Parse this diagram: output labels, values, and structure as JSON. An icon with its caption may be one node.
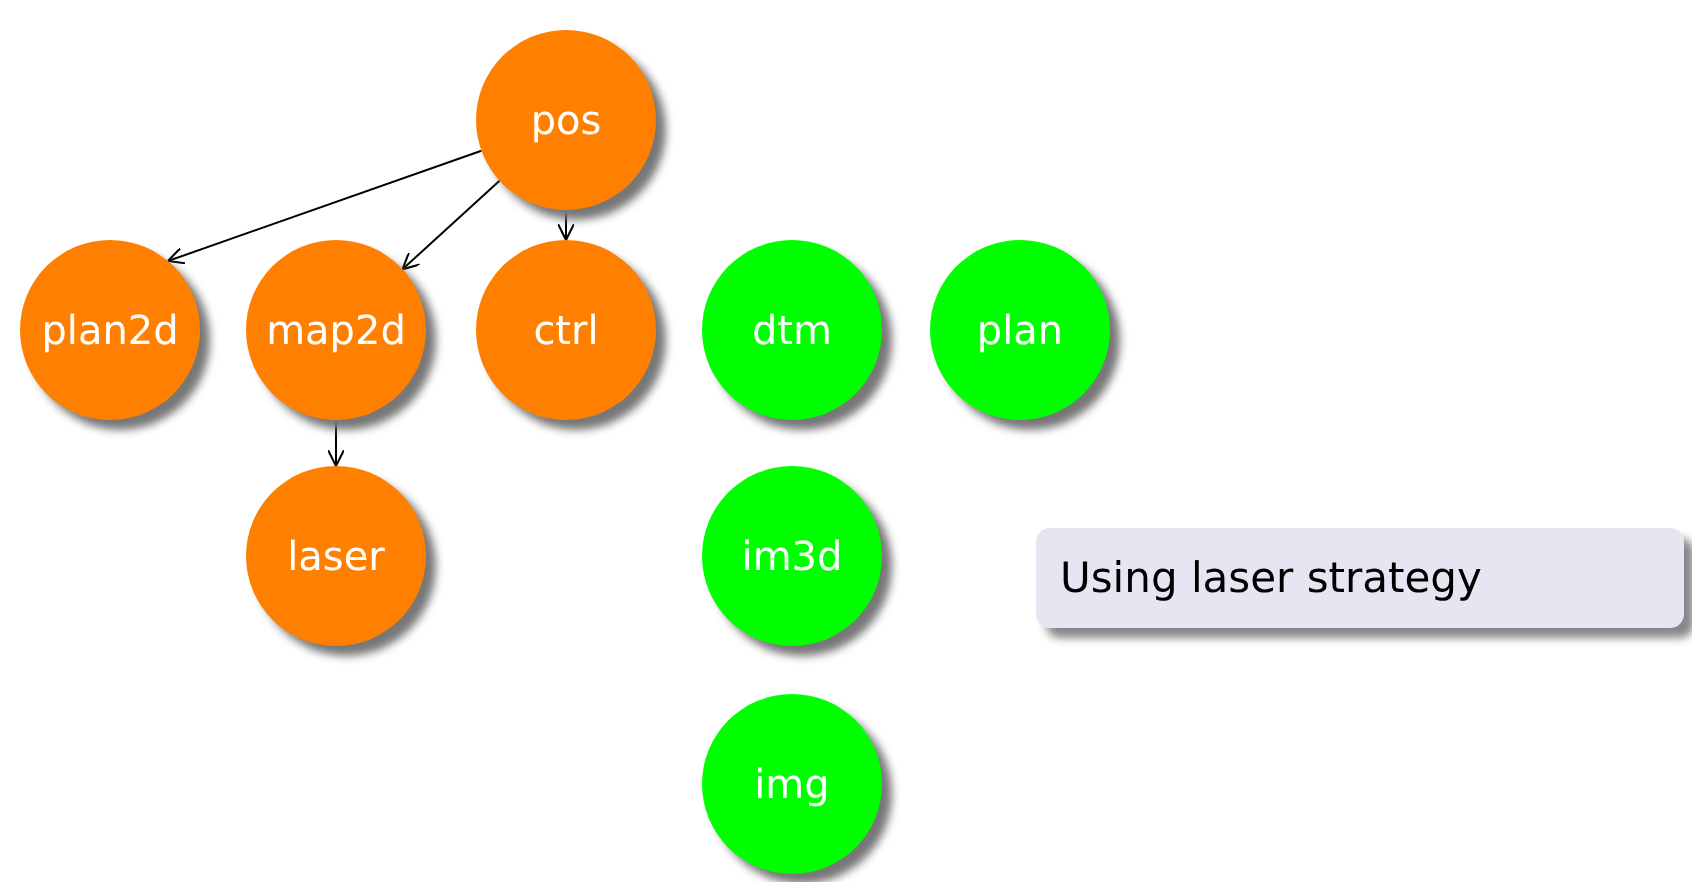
{
  "diagram": {
    "nodes": [
      {
        "text": [
          "pos"
        ]
      },
      {
        "text": [
          "plan2d"
        ]
      },
      {
        "text": [
          "map2d"
        ]
      },
      {
        "text": [
          "ctrl"
        ]
      },
      {
        "text": [
          "dtm"
        ]
      },
      {
        "text": [
          "plan"
        ]
      },
      {
        "text": [
          "laser"
        ]
      },
      {
        "text": [
          "im3d"
        ]
      },
      {
        "text": [
          "Using laser strategy"
        ]
      },
      {
        "text": [
          "img"
        ]
      }
    ],
    "edges": [
      {
        "from": 0,
        "to": 1,
        "arrow": "to"
      },
      {
        "from": 0,
        "to": 2,
        "arrow": "to"
      },
      {
        "from": 0,
        "to": 3,
        "arrow": "to"
      },
      {
        "from": 2,
        "to": 6,
        "arrow": "to"
      }
    ]
  }
}
